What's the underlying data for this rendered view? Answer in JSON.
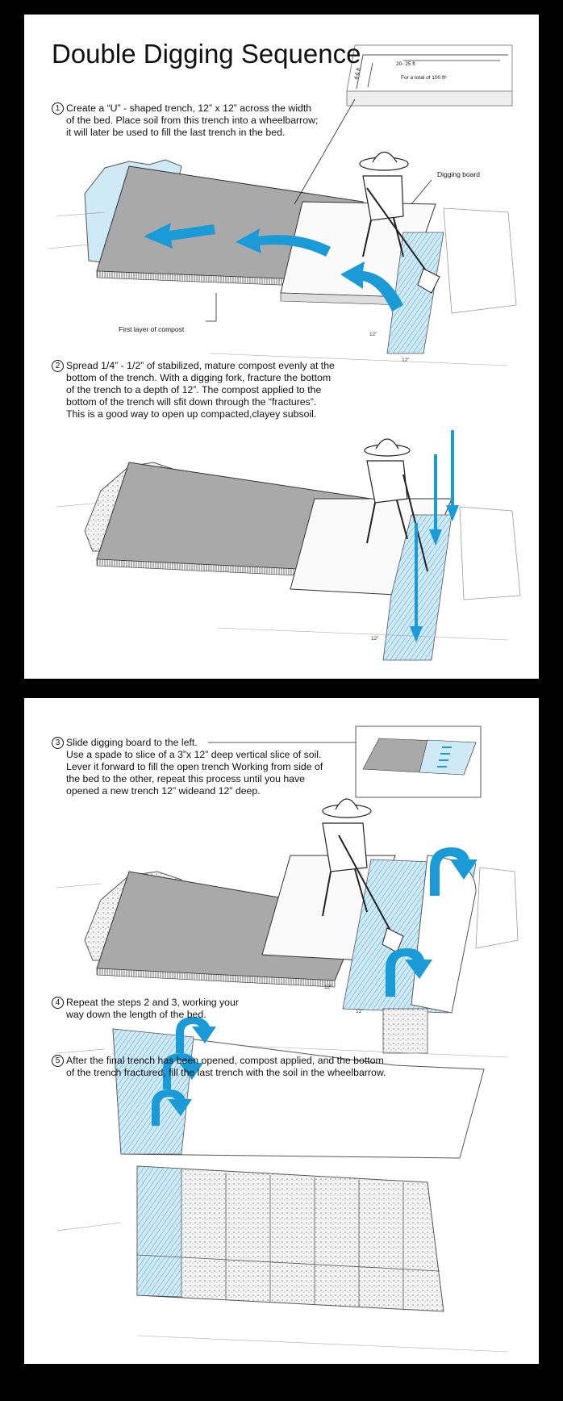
{
  "title": "Double Digging Sequence",
  "inset": {
    "dim_width": "20- 25 ft",
    "dim_depth": "4-6 ft",
    "area_note": "For a total of 100 ft²"
  },
  "steps": [
    {
      "num": "1",
      "lines": [
        "Create a “U” - shaped trench, 12” x 12” across the width",
        "of the bed. Place soil from this trench into a wheelbarrow;",
        "it will later be used to fill the last trench in the bed."
      ]
    },
    {
      "num": "2",
      "lines": [
        "Spread 1/4” - 1/2” of stabilized, mature compost evenly at the",
        "bottom of the trench. With a digging fork, fracture the bottom",
        "of the trench to a depth of 12”. The compost applied to the",
        "bottom of the trench will sfit down through the “fractures”.",
        "This is a good way to open up compacted,clayey subsoil."
      ]
    },
    {
      "num": "3",
      "lines": [
        "Slide digging board to the left.",
        "Use a spade to slice of a 3”x 12” deep vertical slice of soil.",
        "Lever it forward to fill the open trench Working from side of",
        "the bed to the other, repeat this process until you have",
        "opened a new trench 12” wideand 12” deep."
      ]
    },
    {
      "num": "4",
      "lines": [
        "Repeat the steps 2 and 3, working your",
        "way down the length of the bed."
      ]
    },
    {
      "num": "5",
      "lines": [
        "After the final trench has been opened, compost applied, and the bottom",
        "of the trench fractured, fill the last trench with the soil in the wheelbarrow."
      ]
    }
  ],
  "labels": {
    "digging_board": "Digging board",
    "first_layer": "First layer of compost",
    "dim_12": "12”"
  },
  "colors": {
    "accent_blue": "#1a9ad6",
    "trench_blue": "#bfe3f5",
    "bed_gray": "#a9a9a9",
    "ink": "#222222",
    "panel_bg": "#ffffff"
  }
}
